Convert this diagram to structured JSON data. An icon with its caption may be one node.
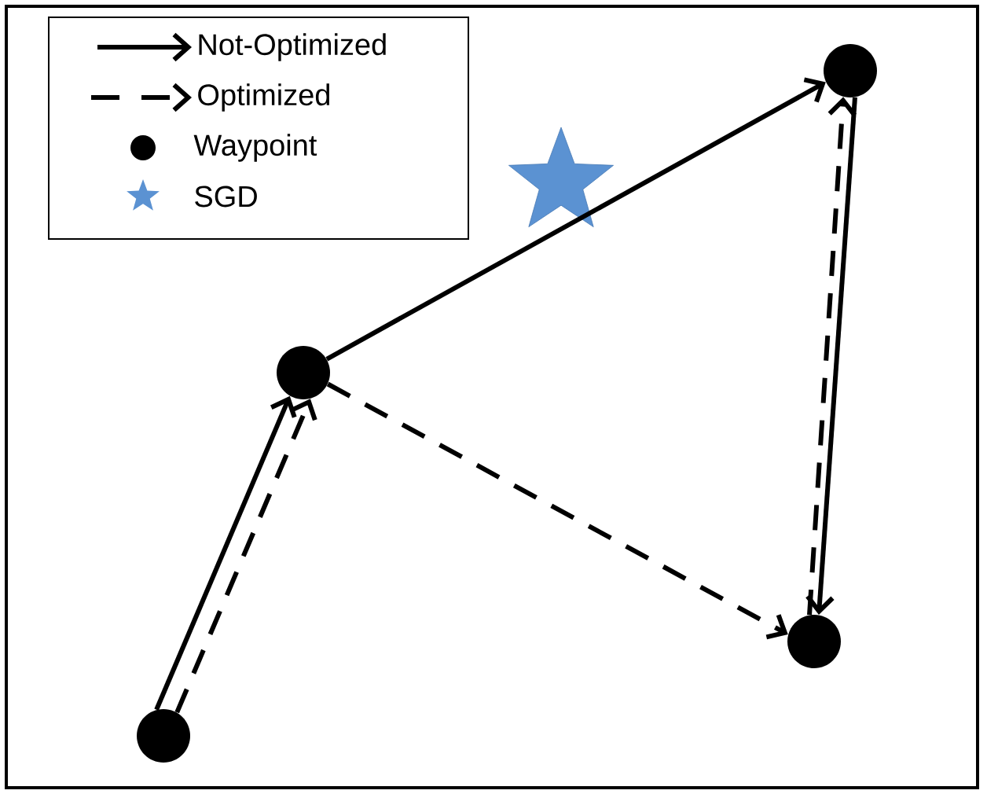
{
  "diagram": {
    "nodes": [
      {
        "text": [],
        "shape": "circle"
      },
      {
        "text": [],
        "shape": "circle"
      },
      {
        "text": [],
        "shape": "circle"
      },
      {
        "text": [],
        "shape": "circle"
      }
    ],
    "edges": [
      {
        "from": 0,
        "to": 1,
        "arrow": "to"
      },
      {
        "from": 0,
        "to": 1,
        "arrow": "to",
        "style": "dashed"
      },
      {
        "from": 1,
        "to": 2,
        "arrow": "to"
      },
      {
        "from": 1,
        "to": 3,
        "arrow": "to",
        "style": "dashed"
      },
      {
        "from": 2,
        "to": 3,
        "arrow": "to"
      },
      {
        "from": 3,
        "to": 2,
        "arrow": "to",
        "style": "dashed"
      }
    ],
    "legend": [
      {
        "text": "Not-Optimized"
      },
      {
        "text": "Optimized"
      },
      {
        "text": "Waypoint"
      },
      {
        "text": "SGD"
      }
    ]
  }
}
